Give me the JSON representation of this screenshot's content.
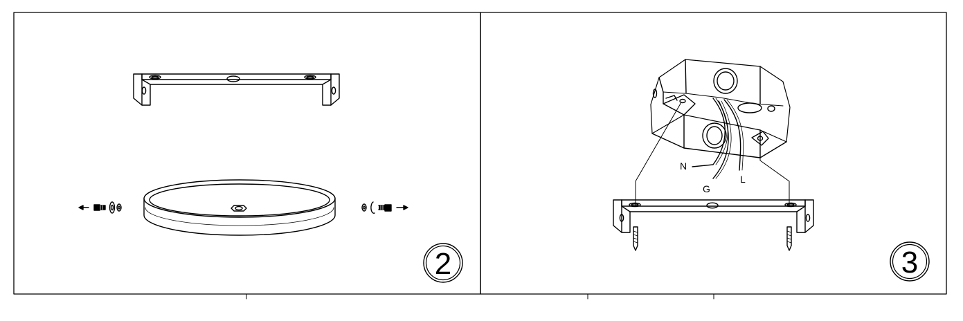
{
  "panels": [
    {
      "step_label": "2"
    },
    {
      "step_label": "3",
      "wire_labels": {
        "neutral": "N",
        "ground": "G",
        "live": "L"
      }
    }
  ]
}
